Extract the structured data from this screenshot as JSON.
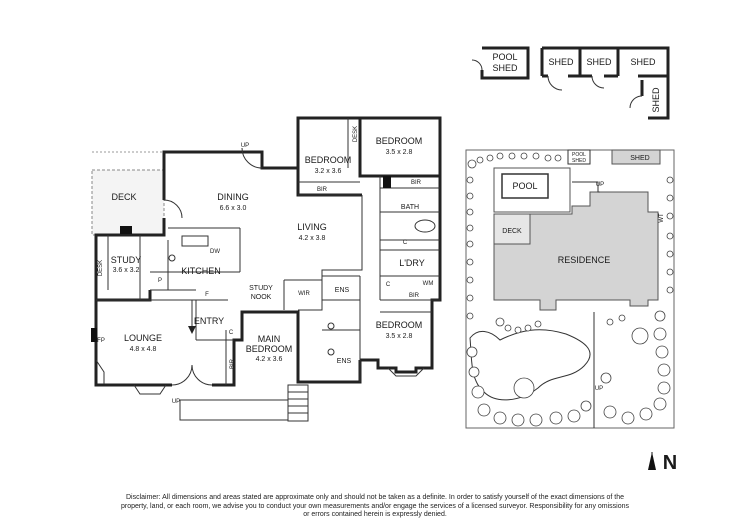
{
  "floor_plan": {
    "rooms": [
      {
        "id": "deck",
        "name": "DECK"
      },
      {
        "id": "dining",
        "name": "DINING",
        "dims": "6.6 x 3.0"
      },
      {
        "id": "bedroom2",
        "name": "BEDROOM",
        "dims": "3.2 x 3.6"
      },
      {
        "id": "bedroom3",
        "name": "BEDROOM",
        "dims": "3.5 x 2.8"
      },
      {
        "id": "living",
        "name": "LIVING",
        "dims": "4.2 x 3.8"
      },
      {
        "id": "study",
        "name": "STUDY",
        "dims": "3.6 x 3.2"
      },
      {
        "id": "kitchen",
        "name": "KITCHEN"
      },
      {
        "id": "study_nook",
        "name": "STUDY\nNOOK"
      },
      {
        "id": "lounge",
        "name": "LOUNGE",
        "dims": "4.8 x 4.8"
      },
      {
        "id": "entry",
        "name": "ENTRY"
      },
      {
        "id": "main_bedroom",
        "name": "MAIN\nBEDROOM",
        "dims": "4.2 x 3.6"
      },
      {
        "id": "bedroom4",
        "name": "BEDROOM",
        "dims": "3.5 x 2.8"
      }
    ],
    "labels": {
      "bath": "BATH",
      "laundry": "L'DRY",
      "ens1": "ENS",
      "ens2": "ENS",
      "wir": "WIR",
      "bir1": "BIR",
      "bir2": "BIR",
      "bir3": "BIR",
      "bir4": "BIR",
      "desk1": "DESK",
      "desk2": "DESK",
      "c1": "C",
      "c2": "C",
      "c3": "C",
      "wm": "WM",
      "dw": "DW",
      "p": "P",
      "f": "F",
      "fp": "FP",
      "up1": "UP",
      "up2": "UP"
    }
  },
  "outbuildings": {
    "pool_shed": "POOL\nSHED",
    "shed1": "SHED",
    "shed2": "SHED",
    "shed3": "SHED",
    "shed4": "SHED"
  },
  "site_plan": {
    "pool": "POOL",
    "residence": "RESIDENCE",
    "deck": "DECK",
    "pool_shed": "POOL\nSHED",
    "shed": "SHED",
    "wt": "WT",
    "up1": "UP",
    "up2": "UP"
  },
  "compass": {
    "label": "N"
  },
  "disclaimer": "Disclaimer: All dimensions and areas stated are approximate only and should not be taken as a definite. In order to satisfy yourself of the exact dimensions of the property, land, or each room, we advise you to conduct your own measurements and/or engage the services of a licensed surveyor. Responsibility for any omissions or errors contained herein is expressly denied."
}
